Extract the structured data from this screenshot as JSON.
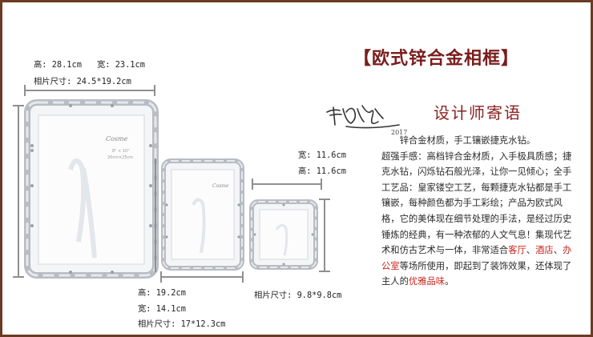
{
  "title": "【欧式锌合金相框】",
  "subtitle": "设计师寄语",
  "signature_icon": "designer-signature-icon",
  "description": {
    "p1": "锌合金材质，手工镶嵌捷克水钻。",
    "lead": "超强手感：高档锌合金材质，入手极具质感；捷克水钻，闪烁钻石般光泽，让你一见倾心；全手工艺品：皇家镂空工艺，每颗捷克水钻都是手工镶嵌，每种颜色都为手工彩绘；产品为欧式风格，它的美体现在细节处理的手法，是经过历史锤炼的经典，有一种浓郁的人文气息！集现代艺术和仿古艺术与一体，非常适合",
    "hl1": "客厅",
    "sep1": "、",
    "hl2": "酒店",
    "sep2": "、",
    "hl3": "办公室",
    "mid": "等场所使用，即起到了装饰效果，还体现了主人的",
    "hl4": "优雅品味",
    "end": "。"
  },
  "frames": {
    "large": {
      "height": "高: 28.1cm",
      "width": "宽: 23.1cm",
      "photo": "相片尺寸: 24.5*19.2cm",
      "logo": "Cosme",
      "size_text": "8\" × 10\"",
      "size_text2": "20cm×25cm"
    },
    "medium": {
      "height": "高: 19.2cm",
      "width": "宽: 14.1cm",
      "photo": "相片尺寸: 17*12.3cm",
      "logo": "Cosme"
    },
    "small": {
      "width": "宽: 11.6cm",
      "height": "高: 11.6cm",
      "photo": "相片尺寸: 9.8*9.8cm"
    }
  },
  "colors": {
    "border": "#6b3a22",
    "title": "#7a1d1d",
    "highlight": "#c8241c",
    "silver": "#b8bcc4"
  }
}
